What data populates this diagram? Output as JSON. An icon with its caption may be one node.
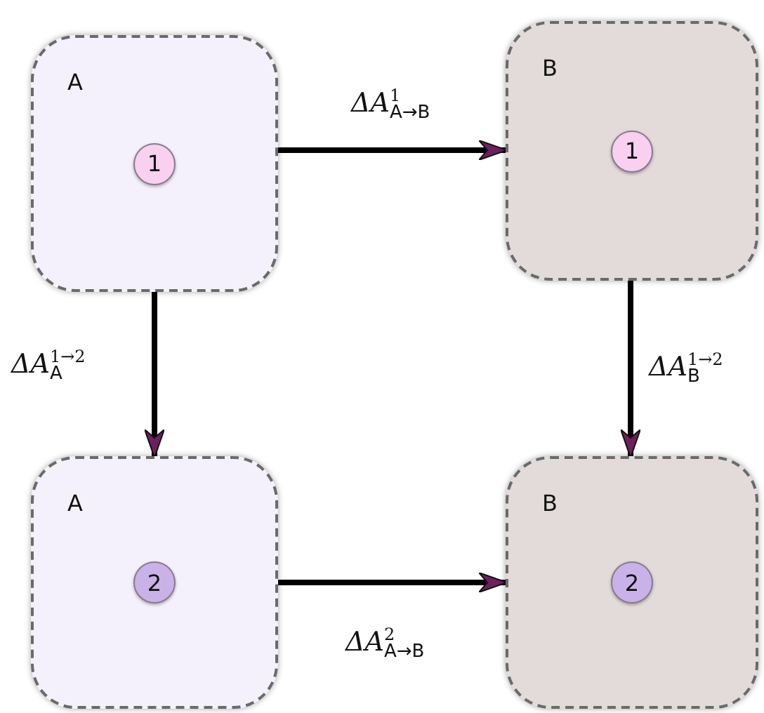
{
  "diagram": {
    "nodes": [
      {
        "text": [
          "A"
        ]
      },
      {
        "text": [
          "1"
        ],
        "in": 0
      },
      {
        "text": [
          "B"
        ]
      },
      {
        "text": [
          "1"
        ],
        "in": 2
      },
      {
        "text": [
          "A"
        ]
      },
      {
        "text": [
          "2"
        ],
        "in": 4
      },
      {
        "text": [
          "B"
        ]
      },
      {
        "text": [
          "2"
        ],
        "in": 6
      }
    ],
    "edges": [
      {
        "from": 0,
        "to": 2,
        "arrow": "to",
        "label": "ΔA$^{1}$$_{A→B}$"
      },
      {
        "from": 0,
        "to": 4,
        "arrow": "to",
        "label": "ΔA$^{1→2}$$_{A}$"
      },
      {
        "from": 2,
        "to": 6,
        "arrow": "to",
        "label": "ΔA$^{1→2}$$_{B}$"
      },
      {
        "from": 4,
        "to": 6,
        "arrow": "to",
        "label": "ΔA$^{2}$$_{A→B}$"
      }
    ]
  }
}
